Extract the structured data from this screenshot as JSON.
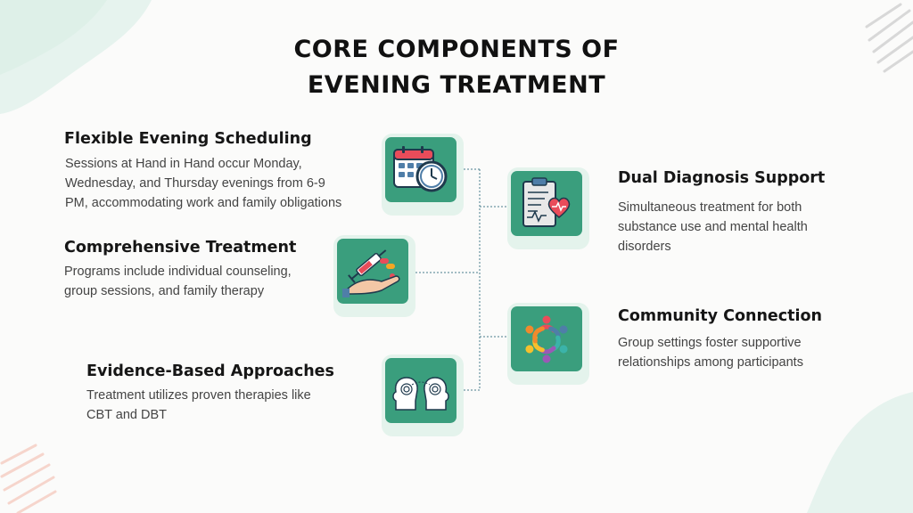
{
  "title": {
    "line1": "CORE COMPONENTS OF",
    "line2": "EVENING TREATMENT"
  },
  "items": [
    {
      "heading": "Flexible Evening Scheduling",
      "lines": [
        "Sessions at Hand in Hand occur Monday,",
        "Wednesday, and Thursday evenings from 6-9",
        "PM, accommodating work and family obligations"
      ],
      "icon": "calendar-clock-icon"
    },
    {
      "heading": "Comprehensive Treatment",
      "lines": [
        "Programs include individual counseling,",
        "group sessions, and family therapy"
      ],
      "icon": "syringe-pills-hand-icon"
    },
    {
      "heading": "Evidence-Based Approaches",
      "lines": [
        "Treatment utilizes proven therapies like",
        "CBT and DBT"
      ],
      "icon": "two-heads-therapy-icon"
    },
    {
      "heading": "Dual Diagnosis Support",
      "lines": [
        "Simultaneous treatment for both",
        "substance use and mental health",
        "disorders"
      ],
      "icon": "clipboard-heart-icon"
    },
    {
      "heading": "Community Connection",
      "lines": [
        "Group settings foster supportive",
        "relationships among participants"
      ],
      "icon": "community-circle-icon"
    }
  ],
  "colors": {
    "tile": "#3a9e7d",
    "tile_halo": "#e4f3ec",
    "connector": "#4a7d8c",
    "background": "#fbfbfa"
  }
}
